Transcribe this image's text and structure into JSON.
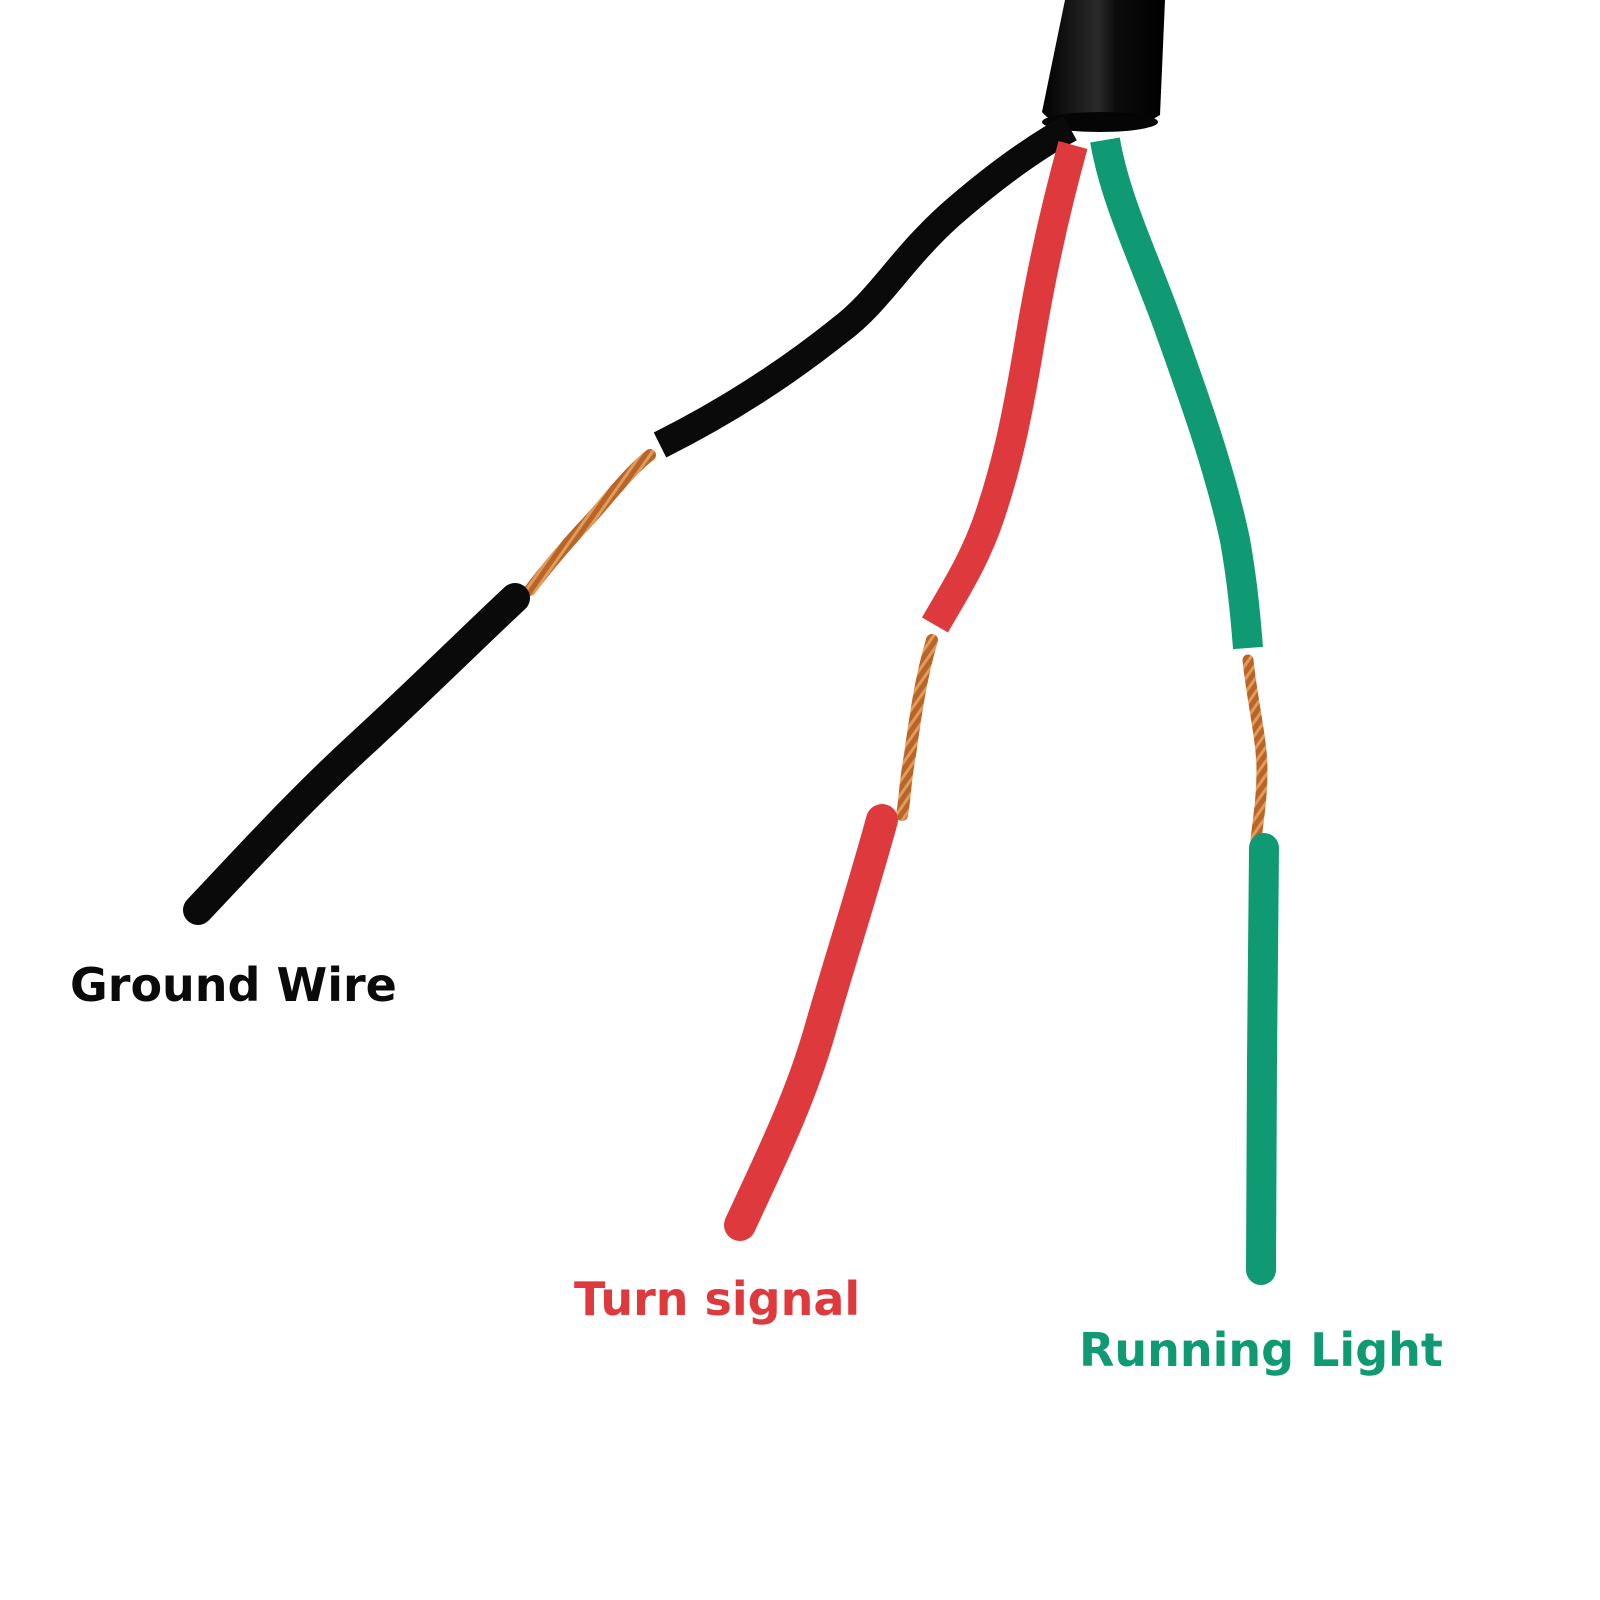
{
  "labels": {
    "ground": "Ground Wire",
    "turn": "Turn signal",
    "running": "Running Light"
  },
  "colors": {
    "background": "#ffffff",
    "ground": "#0a0a0a",
    "turn": "#de3a3e",
    "running": "#0f9a74",
    "copper": "#c06a2a",
    "jacket": "#111111"
  }
}
